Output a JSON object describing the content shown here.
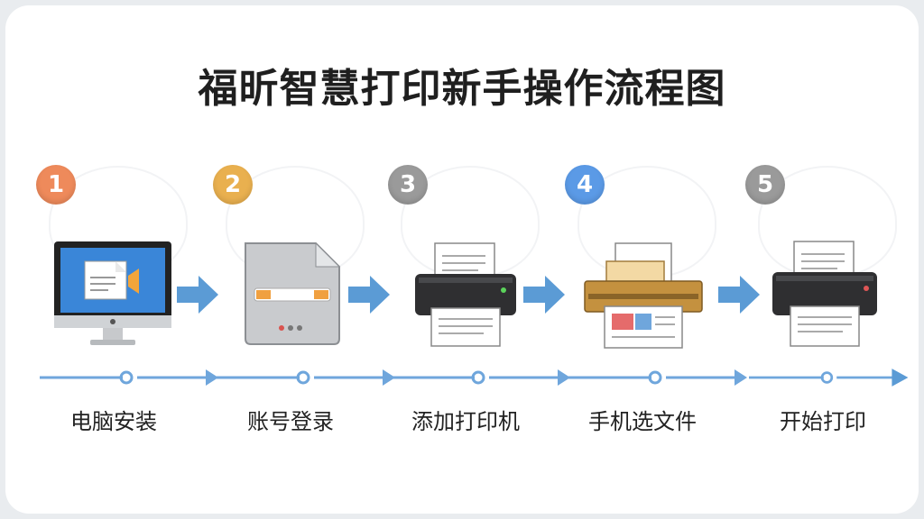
{
  "title": "福昕智慧打印新手操作流程图",
  "colors": {
    "arrow": "#5b9bd5",
    "track": "#6fa6dc"
  },
  "steps": [
    {
      "number": "1",
      "label": "电脑安装",
      "icon": "monitor-video-icon",
      "color": "#ee8a5b"
    },
    {
      "number": "2",
      "label": "账号登录",
      "icon": "document-login-icon",
      "color": "#e9b04f"
    },
    {
      "number": "3",
      "label": "添加打印机",
      "icon": "printer-icon",
      "color": "#9a9a9a"
    },
    {
      "number": "4",
      "label": "手机选文件",
      "icon": "printer-file-icon",
      "color": "#5b9ae6"
    },
    {
      "number": "5",
      "label": "开始打印",
      "icon": "printer-start-icon",
      "color": "#9a9a9a"
    }
  ]
}
